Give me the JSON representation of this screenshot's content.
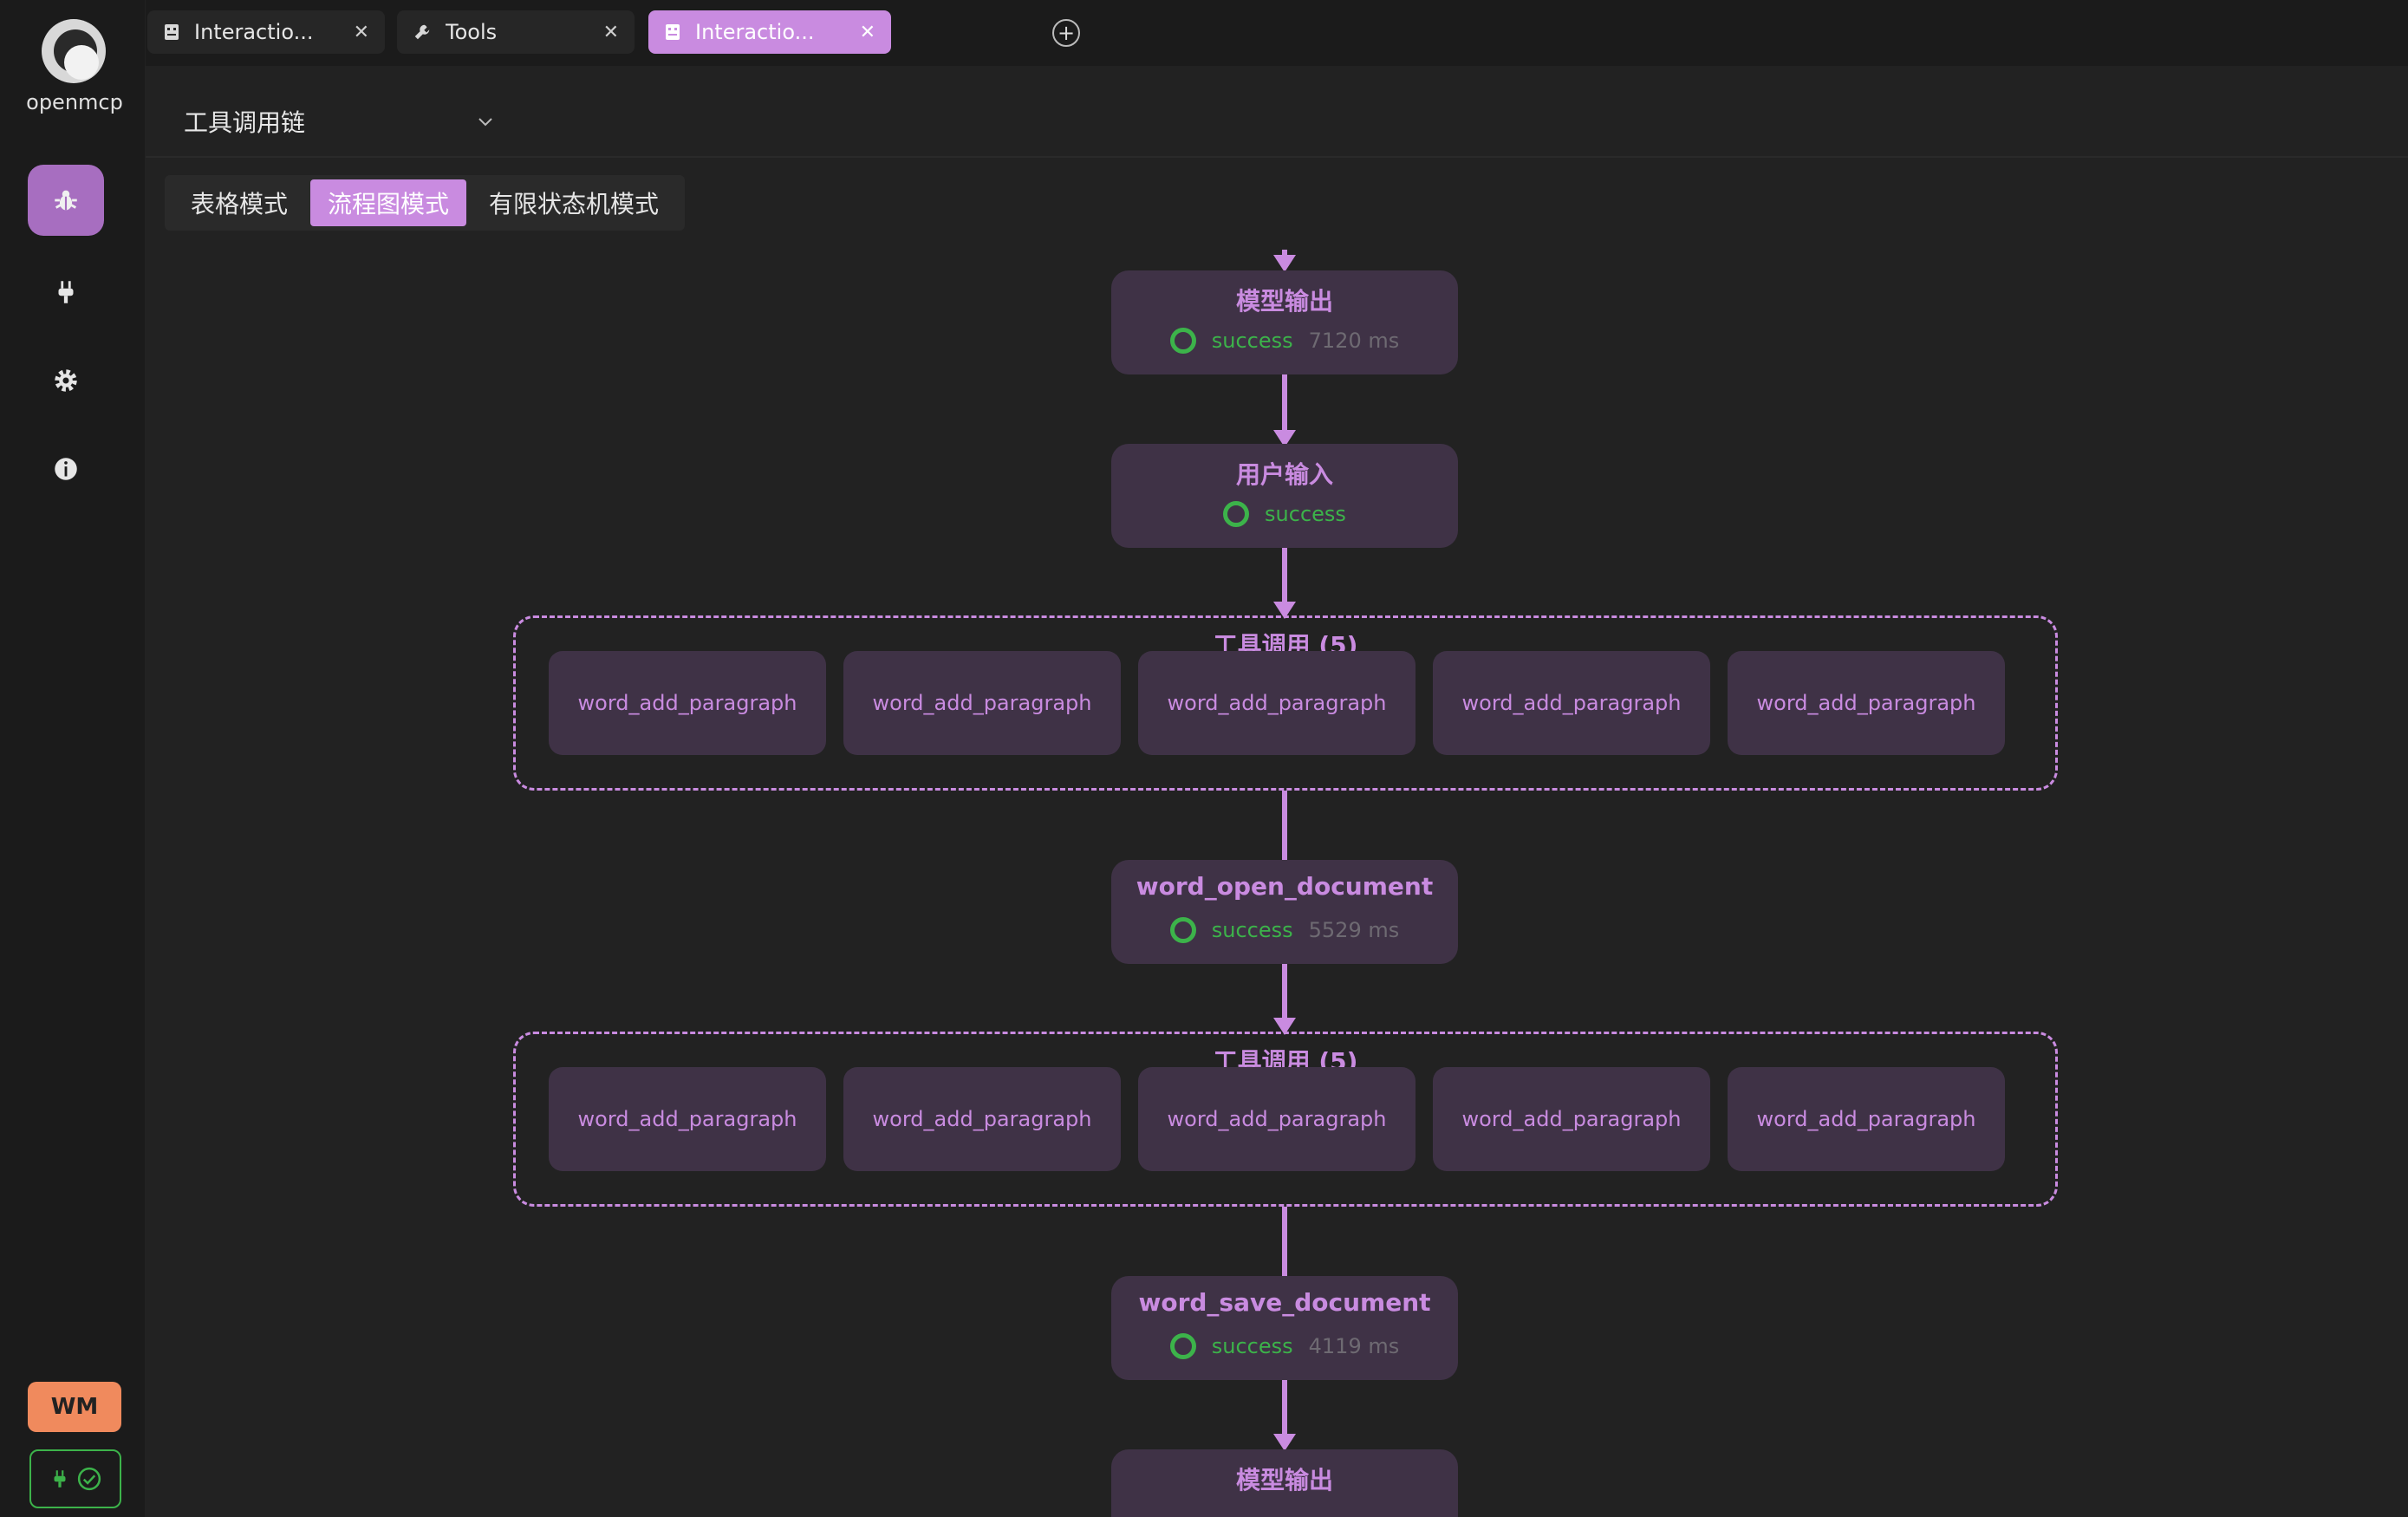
{
  "app": {
    "name": "openmcp"
  },
  "tabs": [
    {
      "label": "Interactio...",
      "icon": "robot-icon",
      "active": false
    },
    {
      "label": "Tools",
      "icon": "wrench-icon",
      "active": false
    },
    {
      "label": "Interactio...",
      "icon": "robot-icon",
      "active": true
    }
  ],
  "selector": {
    "value": "工具调用链"
  },
  "modes": [
    {
      "label": "表格模式",
      "active": false
    },
    {
      "label": "流程图模式",
      "active": true
    },
    {
      "label": "有限状态机模式",
      "active": false
    }
  ],
  "sidebar": {
    "items": [
      {
        "icon": "bug-icon",
        "active": true
      },
      {
        "icon": "plug-icon",
        "active": false
      },
      {
        "icon": "gear-icon",
        "active": false
      },
      {
        "icon": "info-icon",
        "active": false
      }
    ],
    "badge": "WM",
    "connection_status": "connected"
  },
  "flow": {
    "nodes": [
      {
        "title": "模型输出",
        "status": "success",
        "ms": "7120 ms"
      },
      {
        "title": "用户输入",
        "status": "success",
        "ms": ""
      },
      {
        "title": "word_open_document",
        "status": "success",
        "ms": "5529 ms"
      },
      {
        "title": "word_save_document",
        "status": "success",
        "ms": "4119 ms"
      },
      {
        "title": "模型输出",
        "status": "",
        "ms": ""
      }
    ],
    "groups": [
      {
        "title": "工具调用 (5)",
        "items": [
          "word_add_paragraph",
          "word_add_paragraph",
          "word_add_paragraph",
          "word_add_paragraph",
          "word_add_paragraph"
        ]
      },
      {
        "title": "工具调用 (5)",
        "items": [
          "word_add_paragraph",
          "word_add_paragraph",
          "word_add_paragraph",
          "word_add_paragraph",
          "word_add_paragraph"
        ]
      }
    ]
  },
  "colors": {
    "accent": "#c98be0",
    "success": "#3cb34a",
    "node_bg": "#3f3246",
    "badge": "#f08a5d"
  }
}
